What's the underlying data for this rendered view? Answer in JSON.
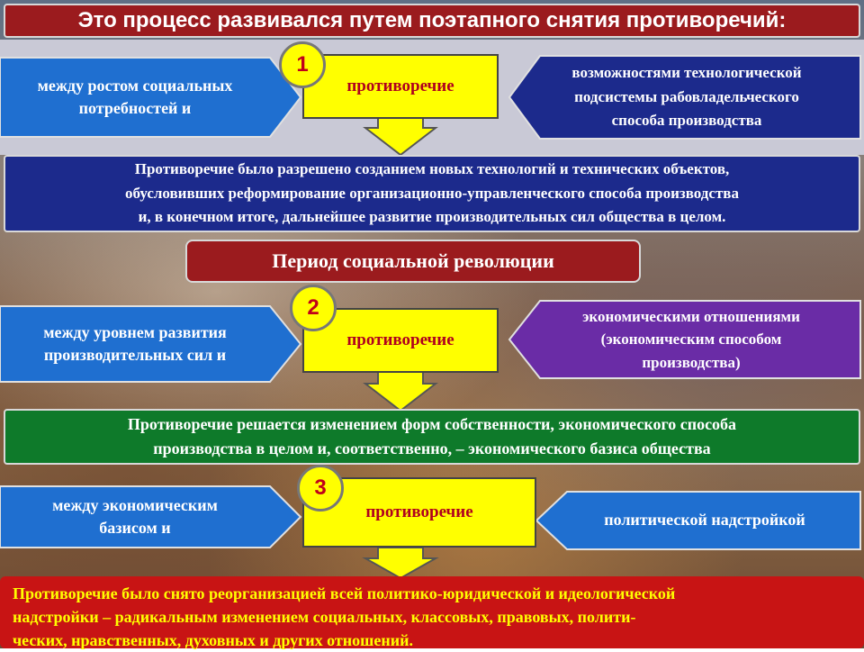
{
  "title": "Это процесс развивался  путем поэтапного снятия противоречий:",
  "row1": {
    "number": "1",
    "left": [
      "между  ростом социальных",
      "потребностей и"
    ],
    "center": "противоречие",
    "right": [
      "возможностями   технологической",
      "подсистемы рабовладельческого",
      "способа производства"
    ],
    "result": [
      "Противоречие было разрешено созданием новых технологий и технических объектов,",
      "обусловивших реформирование организационно-управленческого способа производства",
      "и, в конечном итоге, дальнейшее развитие  производительных сил  общества  в целом."
    ]
  },
  "period_label": "Период социальной революции",
  "row2": {
    "number": "2",
    "left": [
      "между  уровнем развития",
      "производительных сил и"
    ],
    "center": "противоречие",
    "right": [
      "экономическими отношениями",
      "(экономическим способом",
      "производства)"
    ],
    "result": [
      "Противоречие решается изменением форм собственности, экономического способа",
      "производства в целом и, соответственно, – экономического базиса общества"
    ]
  },
  "row3": {
    "number": "3",
    "left": [
      "между  экономическим",
      "базисом  и"
    ],
    "center": "противоречие",
    "right": [
      "политической надстройкой"
    ],
    "result": [
      "Противоречие было снято реорганизацией всей политико-юридической и идеологической",
      "надстройки – радикальным изменением социальных,  классовых,  правовых,  полити-",
      "ческих, нравственных, духовных  и других отношений."
    ]
  },
  "colors": {
    "title_bg": "#9b1b1e",
    "blue_arrow": "#1f6fd0",
    "yellow": "#ffff00",
    "navy_box": "#1c2a8c",
    "purple": "#6a2ca6",
    "green": "#0e7a2a",
    "red_box": "#c81414",
    "accent_text": "#b0001e"
  }
}
